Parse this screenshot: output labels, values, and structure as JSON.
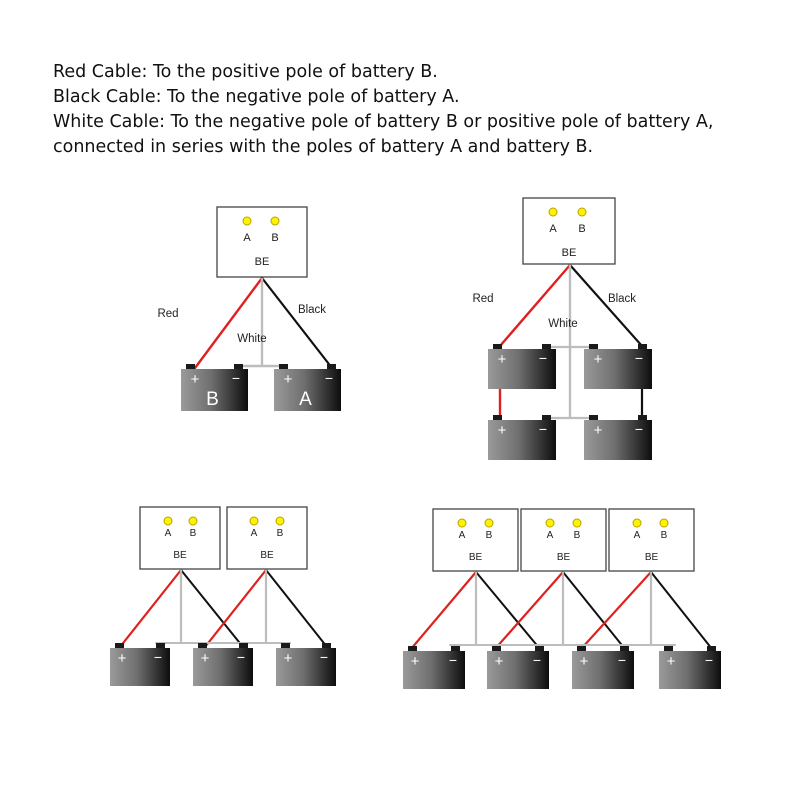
{
  "colors": {
    "red_cable": "#e0201f",
    "black_cable": "#111111",
    "white_cable": "#bdbdbd",
    "indicator_fill": "#fff200",
    "indicator_stroke": "#b8a100",
    "box_border": "#444444"
  },
  "description": {
    "lines": [
      "Red Cable: To the positive pole of battery B.",
      "Black Cable: To the negative pole of battery A.",
      "White Cable: To the negative pole of battery B or positive pole of battery A,",
      "connected in series with the poles of battery A and battery B."
    ]
  },
  "module": {
    "label_a": "A",
    "label_b": "B",
    "label_be": "BE"
  },
  "battery": {
    "plus": "+",
    "minus": "−"
  },
  "diagram1": {
    "red_label": "Red",
    "white_label": "White",
    "black_label": "Black",
    "battery_b": "B",
    "battery_a": "A"
  },
  "diagram2": {
    "red_label": "Red",
    "white_label": "White",
    "black_label": "Black"
  }
}
